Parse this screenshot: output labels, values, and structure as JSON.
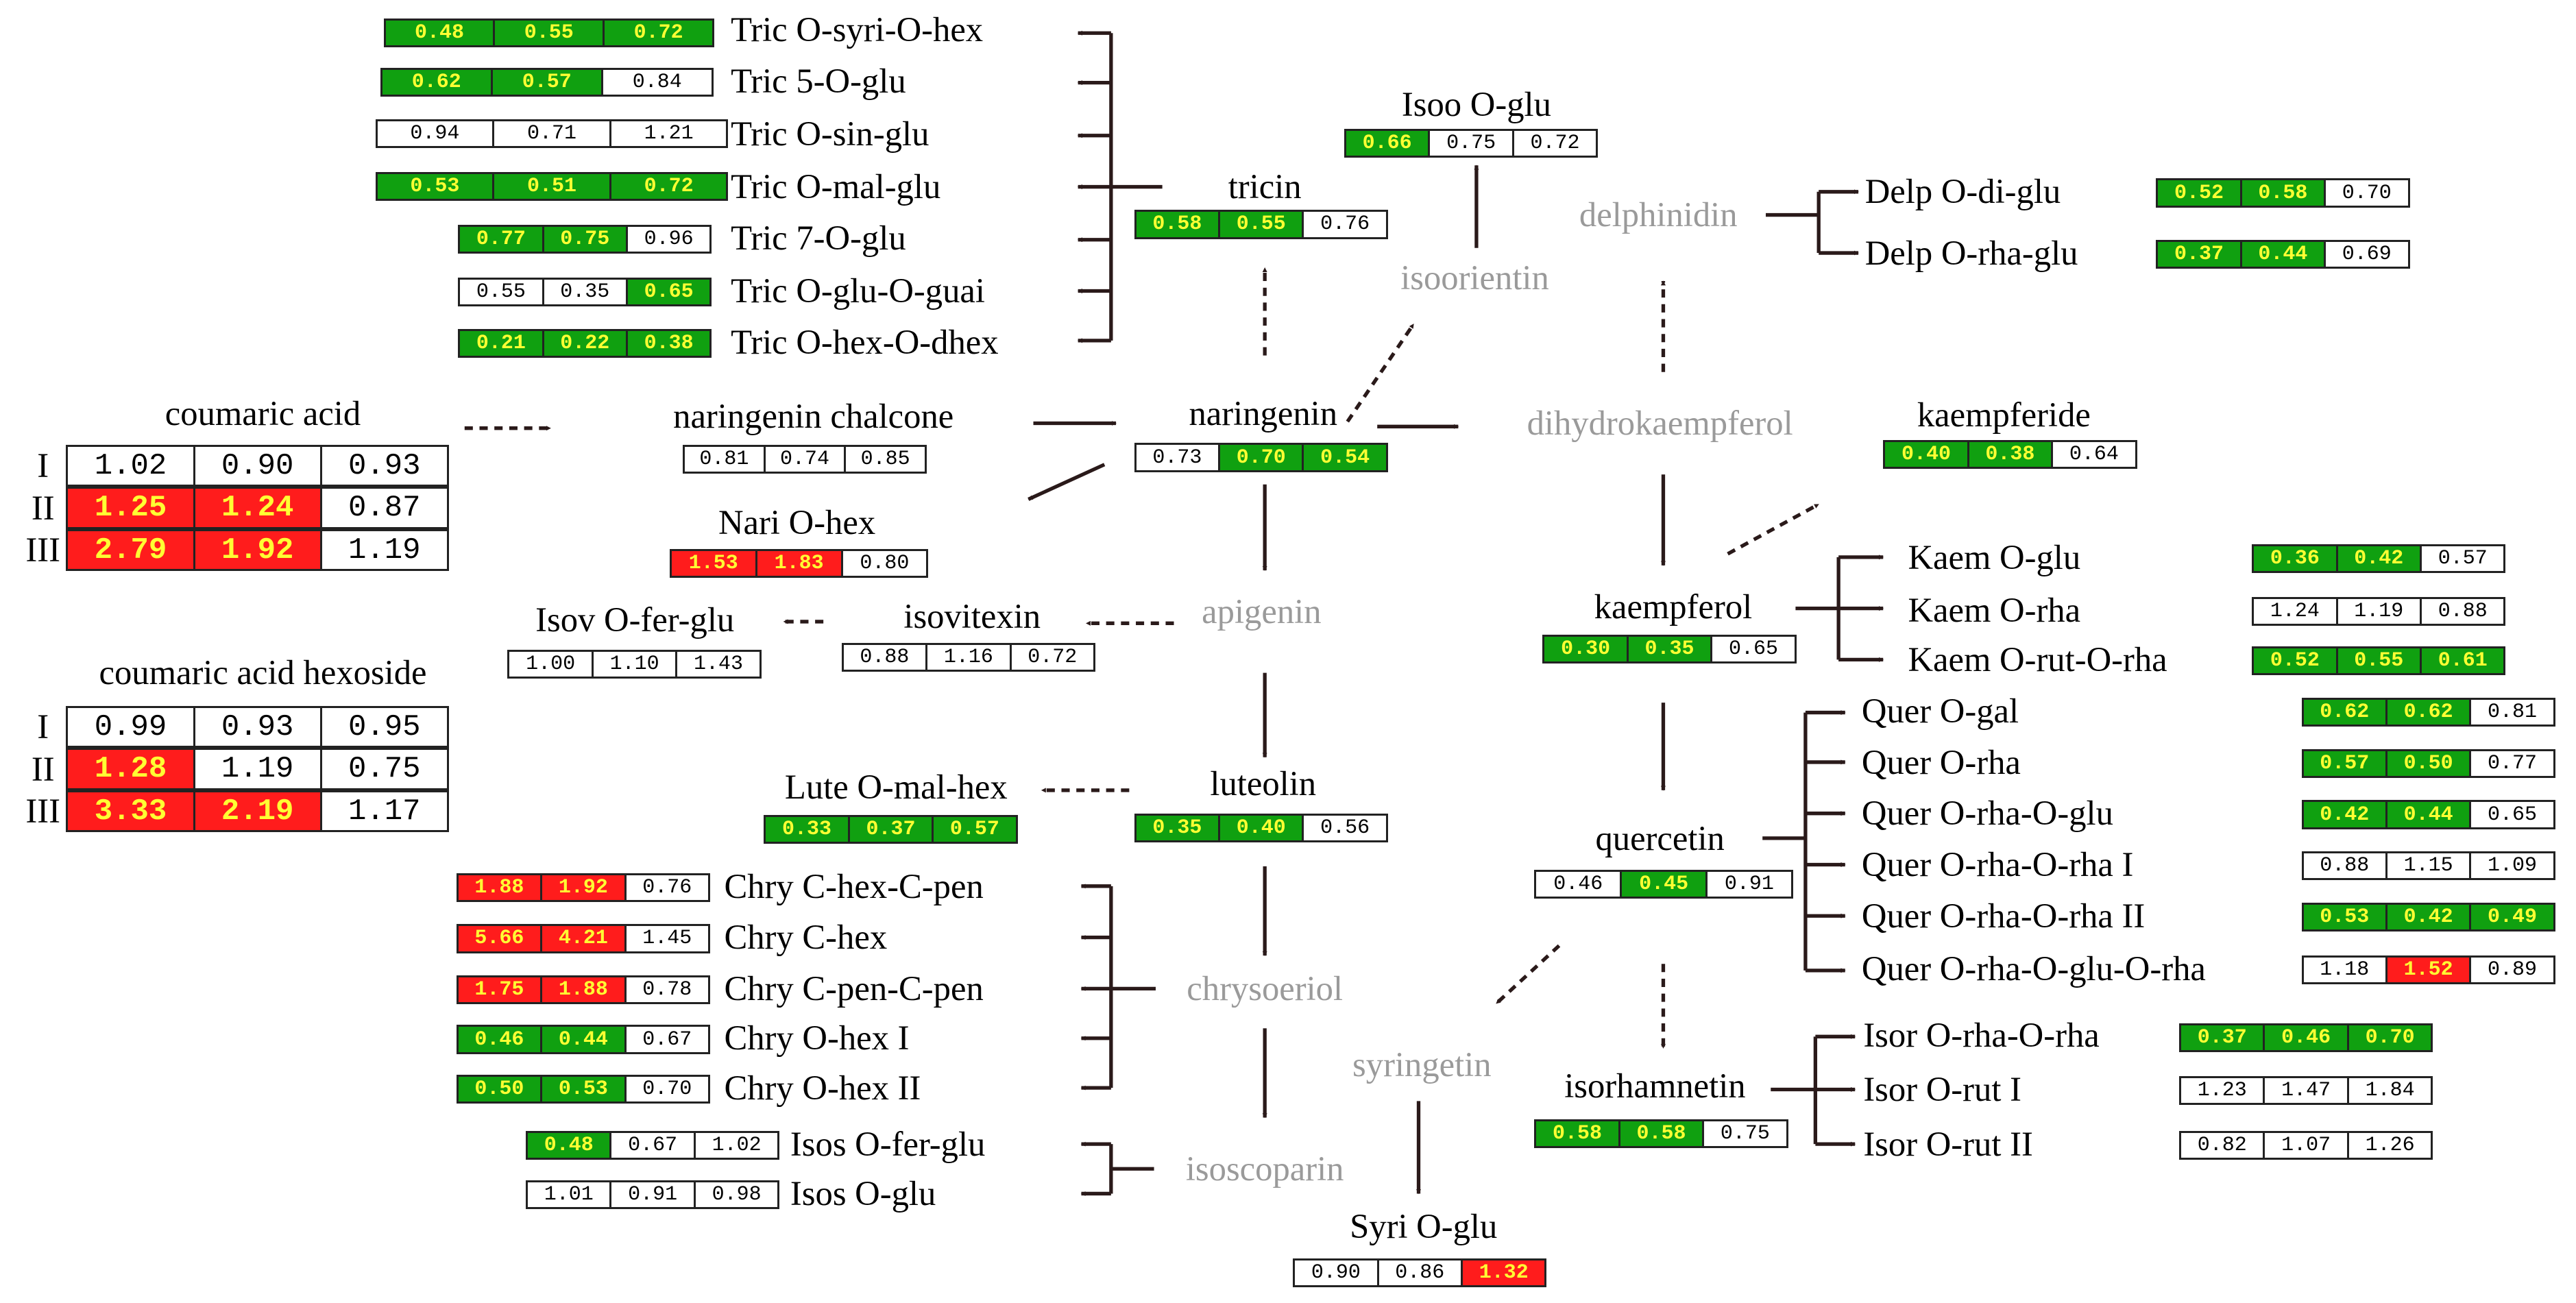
{
  "colors": {
    "decrease": "#10a010",
    "increase": "#ff1c1c",
    "neutral": "#ffffff",
    "value_text_colored": "#ffff33",
    "intermediate_text": "#9a9a9a",
    "arrow": "#2a1a1a"
  },
  "row_labels": [
    "I",
    "II",
    "III"
  ],
  "nodes": [
    {
      "id": "tric_syri",
      "text": "Tric O-syri-O-hex",
      "color": "black",
      "values": [
        "0.48",
        "0.55",
        "0.72"
      ],
      "cells": [
        "g",
        "g",
        "g"
      ]
    },
    {
      "id": "tric_5glu",
      "text": "Tric 5-O-glu",
      "color": "black",
      "values": [
        "0.62",
        "0.57",
        "0.84"
      ],
      "cells": [
        "g",
        "g",
        "w"
      ]
    },
    {
      "id": "tric_sin",
      "text": "Tric O-sin-glu",
      "color": "black",
      "values": [
        "0.94",
        "0.71",
        "1.21"
      ],
      "cells": [
        "w",
        "w",
        "w"
      ]
    },
    {
      "id": "tric_mal",
      "text": "Tric O-mal-glu",
      "color": "black",
      "values": [
        "0.53",
        "0.51",
        "0.72"
      ],
      "cells": [
        "g",
        "g",
        "g"
      ]
    },
    {
      "id": "tric_7glu",
      "text": "Tric 7-O-glu",
      "color": "black",
      "values": [
        "0.77",
        "0.75",
        "0.96"
      ],
      "cells": [
        "g",
        "g",
        "w"
      ]
    },
    {
      "id": "tric_guai",
      "text": "Tric O-glu-O-guai",
      "color": "black",
      "values": [
        "0.55",
        "0.35",
        "0.65"
      ],
      "cells": [
        "w",
        "w",
        "g"
      ]
    },
    {
      "id": "tric_dhex",
      "text": "Tric O-hex-O-dhex",
      "color": "black",
      "values": [
        "0.21",
        "0.22",
        "0.38"
      ],
      "cells": [
        "g",
        "g",
        "g"
      ]
    },
    {
      "id": "tricin",
      "text": "tricin",
      "color": "black",
      "values": [
        "0.58",
        "0.55",
        "0.76"
      ],
      "cells": [
        "g",
        "g",
        "w"
      ]
    },
    {
      "id": "isoo_glu",
      "text": "Isoo O-glu",
      "color": "black",
      "values": [
        "0.66",
        "0.75",
        "0.72"
      ],
      "cells": [
        "g",
        "w",
        "w"
      ]
    },
    {
      "id": "isoorientin",
      "text": "isoorientin",
      "color": "gray"
    },
    {
      "id": "delphinidin",
      "text": "delphinidin",
      "color": "gray"
    },
    {
      "id": "delp_diglu",
      "text": "Delp O-di-glu",
      "color": "black",
      "values": [
        "0.52",
        "0.58",
        "0.70"
      ],
      "cells": [
        "g",
        "g",
        "w"
      ]
    },
    {
      "id": "delp_rhaglu",
      "text": "Delp O-rha-glu",
      "color": "black",
      "values": [
        "0.37",
        "0.44",
        "0.69"
      ],
      "cells": [
        "g",
        "g",
        "w"
      ]
    },
    {
      "id": "coumaric",
      "text": "coumaric acid",
      "color": "black",
      "values": [
        "1.02",
        "0.90",
        "0.93",
        "1.25",
        "1.24",
        "0.87",
        "2.79",
        "1.92",
        "1.19"
      ],
      "cells": [
        "w",
        "w",
        "w",
        "r",
        "r",
        "w",
        "r",
        "r",
        "w"
      ]
    },
    {
      "id": "coumaric_hex",
      "text": "coumaric acid hexoside",
      "color": "black",
      "values": [
        "0.99",
        "0.93",
        "0.95",
        "1.28",
        "1.19",
        "0.75",
        "3.33",
        "2.19",
        "1.17"
      ],
      "cells": [
        "w",
        "w",
        "w",
        "r",
        "w",
        "w",
        "r",
        "r",
        "w"
      ]
    },
    {
      "id": "nar_chalcone",
      "text": "naringenin chalcone",
      "color": "black",
      "values": [
        "0.81",
        "0.74",
        "0.85"
      ],
      "cells": [
        "w",
        "w",
        "w"
      ]
    },
    {
      "id": "naringenin",
      "text": "naringenin",
      "color": "black",
      "values": [
        "0.73",
        "0.70",
        "0.54"
      ],
      "cells": [
        "w",
        "g",
        "g"
      ]
    },
    {
      "id": "dihydrokaempferol",
      "text": "dihydrokaempferol",
      "color": "gray"
    },
    {
      "id": "kaempferide",
      "text": "kaempferide",
      "color": "black",
      "values": [
        "0.40",
        "0.38",
        "0.64"
      ],
      "cells": [
        "g",
        "g",
        "w"
      ]
    },
    {
      "id": "nari_hex",
      "text": "Nari O-hex",
      "color": "black",
      "values": [
        "1.53",
        "1.83",
        "0.80"
      ],
      "cells": [
        "r",
        "r",
        "w"
      ]
    },
    {
      "id": "isov_ferglu",
      "text": "Isov O-fer-glu",
      "color": "black",
      "values": [
        "1.00",
        "1.10",
        "1.43"
      ],
      "cells": [
        "w",
        "w",
        "w"
      ]
    },
    {
      "id": "isovitexin",
      "text": "isovitexin",
      "color": "black",
      "values": [
        "0.88",
        "1.16",
        "0.72"
      ],
      "cells": [
        "w",
        "w",
        "w"
      ]
    },
    {
      "id": "apigenin",
      "text": "apigenin",
      "color": "gray"
    },
    {
      "id": "kaempferol",
      "text": "kaempferol",
      "color": "black",
      "values": [
        "0.30",
        "0.35",
        "0.65"
      ],
      "cells": [
        "g",
        "g",
        "w"
      ]
    },
    {
      "id": "kaem_glu",
      "text": "Kaem O-glu",
      "color": "black",
      "values": [
        "0.36",
        "0.42",
        "0.57"
      ],
      "cells": [
        "g",
        "g",
        "w"
      ]
    },
    {
      "id": "kaem_rha",
      "text": "Kaem O-rha",
      "color": "black",
      "values": [
        "1.24",
        "1.19",
        "0.88"
      ],
      "cells": [
        "w",
        "w",
        "w"
      ]
    },
    {
      "id": "kaem_rutrha",
      "text": "Kaem O-rut-O-rha",
      "color": "black",
      "values": [
        "0.52",
        "0.55",
        "0.61"
      ],
      "cells": [
        "g",
        "g",
        "g"
      ]
    },
    {
      "id": "quer_gal",
      "text": "Quer O-gal",
      "color": "black",
      "values": [
        "0.62",
        "0.62",
        "0.81"
      ],
      "cells": [
        "g",
        "g",
        "w"
      ]
    },
    {
      "id": "quer_rha",
      "text": "Quer O-rha",
      "color": "black",
      "values": [
        "0.57",
        "0.50",
        "0.77"
      ],
      "cells": [
        "g",
        "g",
        "w"
      ]
    },
    {
      "id": "quer_rhaglu",
      "text": "Quer O-rha-O-glu",
      "color": "black",
      "values": [
        "0.42",
        "0.44",
        "0.65"
      ],
      "cells": [
        "g",
        "g",
        "w"
      ]
    },
    {
      "id": "quer_rharha1",
      "text": "Quer O-rha-O-rha I",
      "color": "black",
      "values": [
        "0.88",
        "1.15",
        "1.09"
      ],
      "cells": [
        "w",
        "w",
        "w"
      ]
    },
    {
      "id": "quer_rharha2",
      "text": "Quer O-rha-O-rha II",
      "color": "black",
      "values": [
        "0.53",
        "0.42",
        "0.49"
      ],
      "cells": [
        "g",
        "g",
        "g"
      ]
    },
    {
      "id": "quer_rhaglurha",
      "text": "Quer O-rha-O-glu-O-rha",
      "color": "black",
      "values": [
        "1.18",
        "1.52",
        "0.89"
      ],
      "cells": [
        "w",
        "r",
        "w"
      ]
    },
    {
      "id": "quercetin",
      "text": "quercetin",
      "color": "black",
      "values": [
        "0.46",
        "0.45",
        "0.91"
      ],
      "cells": [
        "w",
        "g",
        "w"
      ]
    },
    {
      "id": "lute_malhex",
      "text": "Lute O-mal-hex",
      "color": "black",
      "values": [
        "0.33",
        "0.37",
        "0.57"
      ],
      "cells": [
        "g",
        "g",
        "g"
      ]
    },
    {
      "id": "luteolin",
      "text": "luteolin",
      "color": "black",
      "values": [
        "0.35",
        "0.40",
        "0.56"
      ],
      "cells": [
        "g",
        "g",
        "w"
      ]
    },
    {
      "id": "chry_hexpen",
      "text": "Chry C-hex-C-pen",
      "color": "black",
      "values": [
        "1.88",
        "1.92",
        "0.76"
      ],
      "cells": [
        "r",
        "r",
        "w"
      ]
    },
    {
      "id": "chry_hex",
      "text": "Chry C-hex",
      "color": "black",
      "values": [
        "5.66",
        "4.21",
        "1.45"
      ],
      "cells": [
        "r",
        "r",
        "w"
      ]
    },
    {
      "id": "chry_penpen",
      "text": "Chry C-pen-C-pen",
      "color": "black",
      "values": [
        "1.75",
        "1.88",
        "0.78"
      ],
      "cells": [
        "r",
        "r",
        "w"
      ]
    },
    {
      "id": "chry_ohex1",
      "text": "Chry O-hex I",
      "color": "black",
      "values": [
        "0.46",
        "0.44",
        "0.67"
      ],
      "cells": [
        "g",
        "g",
        "w"
      ]
    },
    {
      "id": "chry_ohex2",
      "text": "Chry O-hex II",
      "color": "black",
      "values": [
        "0.50",
        "0.53",
        "0.70"
      ],
      "cells": [
        "g",
        "g",
        "w"
      ]
    },
    {
      "id": "chrysoeriol",
      "text": "chrysoeriol",
      "color": "gray"
    },
    {
      "id": "syringetin",
      "text": "syringetin",
      "color": "gray"
    },
    {
      "id": "isorhamnetin",
      "text": "isorhamnetin",
      "color": "black",
      "values": [
        "0.58",
        "0.58",
        "0.75"
      ],
      "cells": [
        "g",
        "g",
        "w"
      ]
    },
    {
      "id": "isor_rharha",
      "text": "Isor O-rha-O-rha",
      "color": "black",
      "values": [
        "0.37",
        "0.46",
        "0.70"
      ],
      "cells": [
        "g",
        "g",
        "g"
      ]
    },
    {
      "id": "isor_rut1",
      "text": "Isor O-rut I",
      "color": "black",
      "values": [
        "1.23",
        "1.47",
        "1.84"
      ],
      "cells": [
        "w",
        "w",
        "w"
      ]
    },
    {
      "id": "isor_rut2",
      "text": "Isor O-rut II",
      "color": "black",
      "values": [
        "0.82",
        "1.07",
        "1.26"
      ],
      "cells": [
        "w",
        "w",
        "w"
      ]
    },
    {
      "id": "isos_ferglu",
      "text": "Isos O-fer-glu",
      "color": "black",
      "values": [
        "0.48",
        "0.67",
        "1.02"
      ],
      "cells": [
        "g",
        "w",
        "w"
      ]
    },
    {
      "id": "isos_glu",
      "text": "Isos O-glu",
      "color": "black",
      "values": [
        "1.01",
        "0.91",
        "0.98"
      ],
      "cells": [
        "w",
        "w",
        "w"
      ]
    },
    {
      "id": "isoscoparin",
      "text": "isoscoparin",
      "color": "gray"
    },
    {
      "id": "syri_glu",
      "text": "Syri O-glu",
      "color": "black",
      "values": [
        "0.90",
        "0.86",
        "1.32"
      ],
      "cells": [
        "w",
        "w",
        "r"
      ]
    }
  ]
}
